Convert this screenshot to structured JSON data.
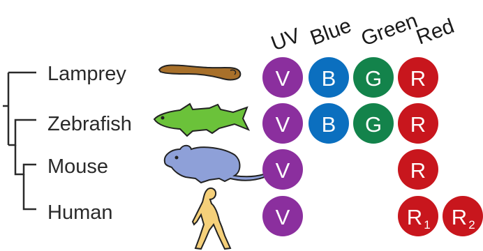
{
  "columns": [
    {
      "label": "UV"
    },
    {
      "label": "Blue"
    },
    {
      "label": "Green"
    },
    {
      "label": "Red"
    }
  ],
  "species": [
    {
      "name": "Lamprey",
      "animal": "lamprey-silhouette",
      "color": "#a8702a"
    },
    {
      "name": "Zebrafish",
      "animal": "zebrafish-silhouette",
      "color": "#6bc23a"
    },
    {
      "name": "Mouse",
      "animal": "mouse-silhouette",
      "color": "#8ea0d8"
    },
    {
      "name": "Human",
      "animal": "human-silhouette",
      "color": "#f5d07a"
    }
  ],
  "opsins": {
    "lamprey": {
      "uv": "V",
      "blue": "B",
      "green": "G",
      "red": "R"
    },
    "zebrafish": {
      "uv": "V",
      "blue": "B",
      "green": "G",
      "red": "R"
    },
    "mouse": {
      "uv": "V",
      "red": "R"
    },
    "human": {
      "uv": "V",
      "red1": "R",
      "red1_sub": "1",
      "red2": "R",
      "red2_sub": "2"
    }
  },
  "colors": {
    "uv": "#8b2f9e",
    "blue": "#0b6fbf",
    "green": "#13834b",
    "red": "#c8161d"
  }
}
